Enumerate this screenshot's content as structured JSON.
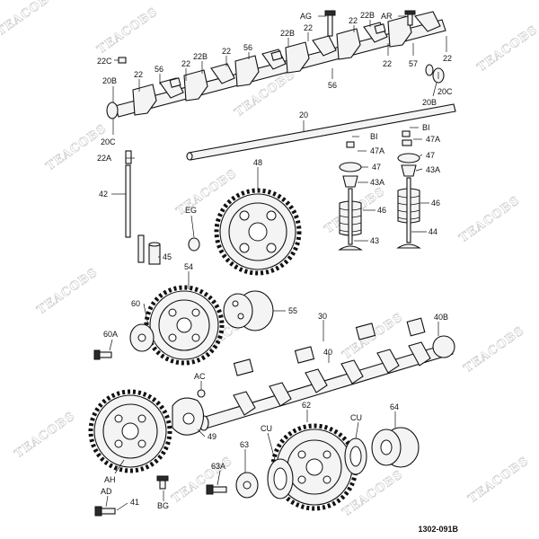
{
  "labels": [
    {
      "id": "lbl-ag",
      "text": "AG"
    },
    {
      "id": "lbl-22b-top",
      "text": "22B"
    },
    {
      "id": "lbl-ar",
      "text": "AR"
    },
    {
      "id": "lbl-22-top1",
      "text": "22"
    },
    {
      "id": "lbl-22-top2",
      "text": "22"
    },
    {
      "id": "lbl-22b-mid",
      "text": "22B"
    },
    {
      "id": "lbl-56-top",
      "text": "56"
    },
    {
      "id": "lbl-22-mid",
      "text": "22"
    },
    {
      "id": "lbl-22b-left",
      "text": "22B"
    },
    {
      "id": "lbl-22-left2",
      "text": "22"
    },
    {
      "id": "lbl-56-left",
      "text": "56"
    },
    {
      "id": "lbl-22-left1",
      "text": "22"
    },
    {
      "id": "lbl-22c-top",
      "text": "22C"
    },
    {
      "id": "lbl-22-r1",
      "text": "22"
    },
    {
      "id": "lbl-57",
      "text": "57"
    },
    {
      "id": "lbl-22-r2",
      "text": "22"
    },
    {
      "id": "lbl-56-right",
      "text": "56"
    },
    {
      "id": "lbl-20b-left",
      "text": "20B"
    },
    {
      "id": "lbl-20b-right",
      "text": "20B"
    },
    {
      "id": "lbl-20c-right",
      "text": "20C"
    },
    {
      "id": "lbl-20c-left",
      "text": "20C"
    },
    {
      "id": "lbl-20",
      "text": "20"
    },
    {
      "id": "lbl-bi-1",
      "text": "BI"
    },
    {
      "id": "lbl-bi-2",
      "text": "BI"
    },
    {
      "id": "lbl-47a-1",
      "text": "47A"
    },
    {
      "id": "lbl-47a-2",
      "text": "47A"
    },
    {
      "id": "lbl-47-1",
      "text": "47"
    },
    {
      "id": "lbl-47-2",
      "text": "47"
    },
    {
      "id": "lbl-43a-1",
      "text": "43A"
    },
    {
      "id": "lbl-43a-2",
      "text": "43A"
    },
    {
      "id": "lbl-46-1",
      "text": "46"
    },
    {
      "id": "lbl-46-2",
      "text": "46"
    },
    {
      "id": "lbl-43",
      "text": "43"
    },
    {
      "id": "lbl-44",
      "text": "44"
    },
    {
      "id": "lbl-22a",
      "text": "22A"
    },
    {
      "id": "lbl-48",
      "text": "48"
    },
    {
      "id": "lbl-42",
      "text": "42"
    },
    {
      "id": "lbl-eg",
      "text": "EG"
    },
    {
      "id": "lbl-45",
      "text": "45"
    },
    {
      "id": "lbl-54",
      "text": "54"
    },
    {
      "id": "lbl-60",
      "text": "60"
    },
    {
      "id": "lbl-55",
      "text": "55"
    },
    {
      "id": "lbl-30",
      "text": "30"
    },
    {
      "id": "lbl-40b",
      "text": "40B"
    },
    {
      "id": "lbl-60a",
      "text": "60A"
    },
    {
      "id": "lbl-40",
      "text": "40"
    },
    {
      "id": "lbl-ac",
      "text": "AC"
    },
    {
      "id": "lbl-62",
      "text": "62"
    },
    {
      "id": "lbl-cu-1",
      "text": "CU"
    },
    {
      "id": "lbl-cu-2",
      "text": "CU"
    },
    {
      "id": "lbl-64",
      "text": "64"
    },
    {
      "id": "lbl-49",
      "text": "49"
    },
    {
      "id": "lbl-63",
      "text": "63"
    },
    {
      "id": "lbl-63a",
      "text": "63A"
    },
    {
      "id": "lbl-ah",
      "text": "AH"
    },
    {
      "id": "lbl-ad",
      "text": "AD"
    },
    {
      "id": "lbl-41",
      "text": "41"
    },
    {
      "id": "lbl-bg",
      "text": "BG"
    }
  ],
  "diagram_code": "1302-091B",
  "watermark": "TEACOBS",
  "colors": {
    "ink": "#111111",
    "watermark": "#c9c9c9",
    "background": "#ffffff"
  }
}
